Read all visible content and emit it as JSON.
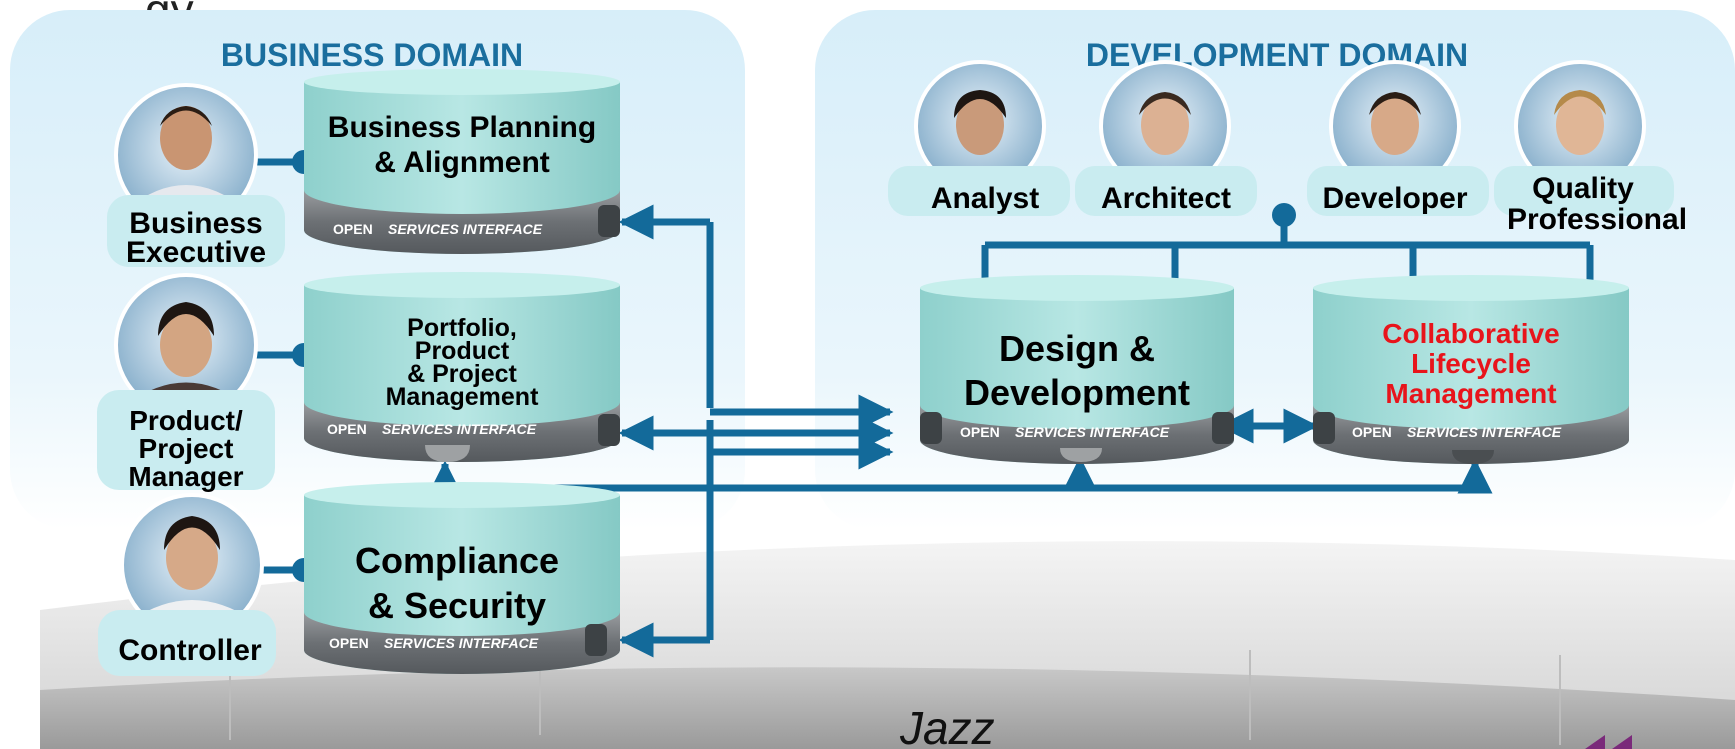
{
  "title_fragment": "gy",
  "business_domain": {
    "heading": "BUSINESS DOMAIN",
    "roles": [
      {
        "lines": [
          "Business",
          "Executive"
        ]
      },
      {
        "lines": [
          "Product/",
          "Project",
          "Manager"
        ]
      },
      {
        "lines": [
          "Controller"
        ]
      }
    ],
    "components": [
      {
        "lines": [
          "Business Planning",
          "& Alignment"
        ]
      },
      {
        "lines": [
          "Portfolio,",
          "Product",
          "& Project",
          "Management"
        ]
      },
      {
        "lines": [
          "Compliance",
          "& Security"
        ]
      }
    ]
  },
  "development_domain": {
    "heading": "DEVELOPMENT DOMAIN",
    "roles": [
      {
        "lines": [
          "Analyst"
        ]
      },
      {
        "lines": [
          "Architect"
        ]
      },
      {
        "lines": [
          "Developer"
        ]
      },
      {
        "lines": [
          "Quality",
          "Professional"
        ]
      }
    ],
    "components": [
      {
        "lines": [
          "Design &",
          "Development"
        ]
      },
      {
        "lines": [
          "Collaborative",
          "Lifecycle",
          "Management"
        ]
      }
    ]
  },
  "interface_label": {
    "open": "OPEN",
    "services": "SERVICES INTERFACE"
  },
  "logo_text": "Jazz",
  "colors": {
    "heading": "#1a6e9e",
    "connector": "#136a9a",
    "highlight": "#e8141b",
    "cylinder_top": "#a8dfdc",
    "cylinder_band": "#707478",
    "role_pill": "#c9ecf0"
  }
}
